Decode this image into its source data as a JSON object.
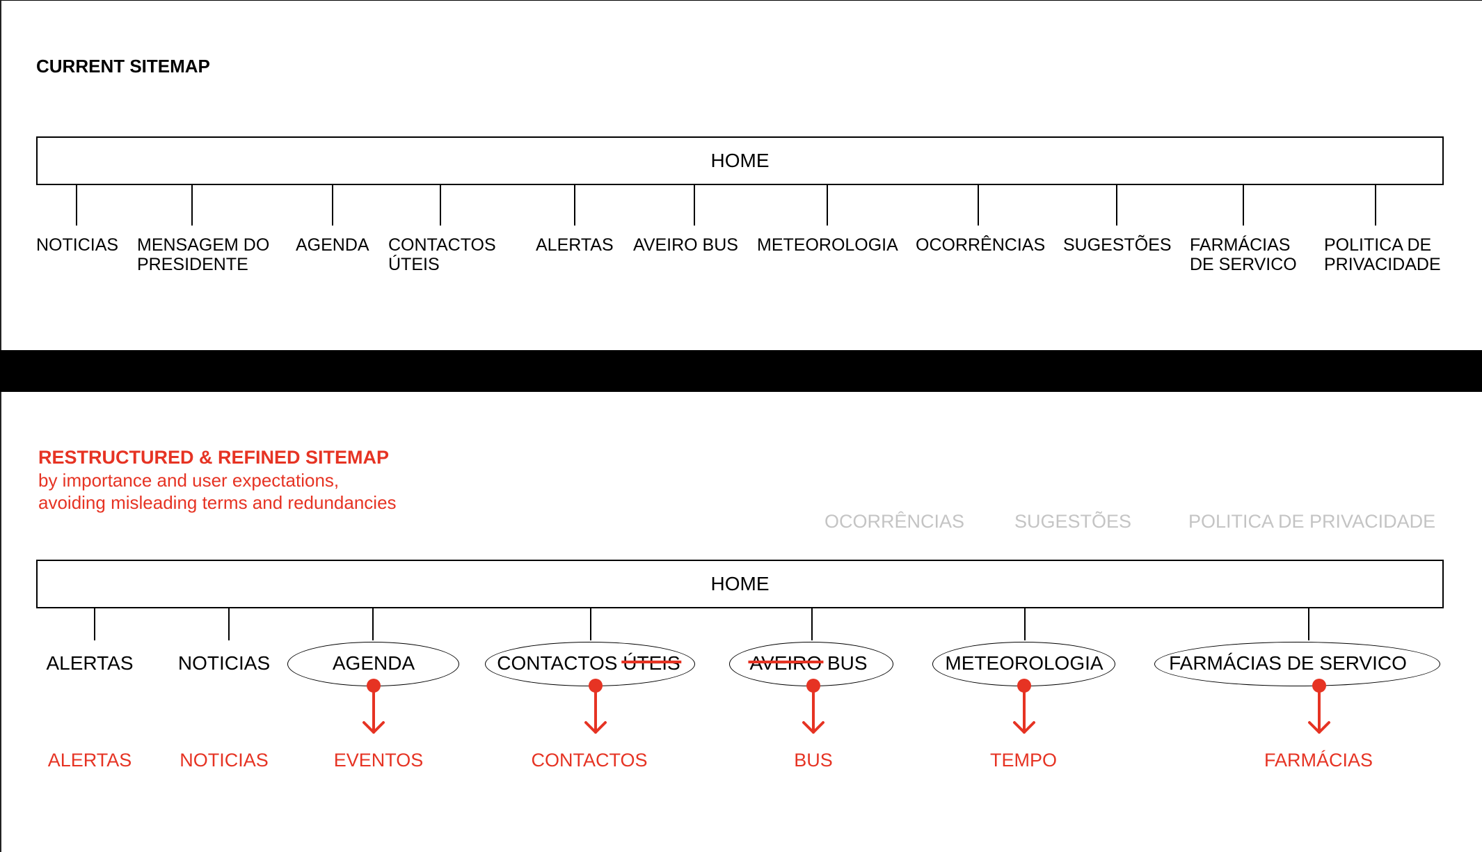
{
  "current": {
    "title": "CURRENT SITEMAP",
    "home": "HOME",
    "items": [
      {
        "line1": "NOTICIAS",
        "line2": ""
      },
      {
        "line1": "MENSAGEM DO",
        "line2": "PRESIDENTE"
      },
      {
        "line1": "AGENDA",
        "line2": ""
      },
      {
        "line1": "CONTACTOS",
        "line2": "ÚTEIS"
      },
      {
        "line1": "ALERTAS",
        "line2": ""
      },
      {
        "line1": "AVEIRO BUS",
        "line2": ""
      },
      {
        "line1": "METEOROLOGIA",
        "line2": ""
      },
      {
        "line1": "OCORRÊNCIAS",
        "line2": ""
      },
      {
        "line1": "SUGESTÕES",
        "line2": ""
      },
      {
        "line1": "FARMÁCIAS",
        "line2": "DE SERVICO"
      },
      {
        "line1": "POLITICA DE",
        "line2": "PRIVACIDADE"
      }
    ]
  },
  "restructured": {
    "title": "RESTRUCTURED & REFINED SITEMAP",
    "subtitle_line1": "by importance and user expectations,",
    "subtitle_line2": "avoiding misleading terms and redundancies",
    "removed": [
      "OCORRÊNCIAS",
      "SUGESTÕES",
      "POLITICA DE PRIVACIDADE"
    ],
    "home": "HOME",
    "items": {
      "alertas": "ALERTAS",
      "noticias": "NOTICIAS",
      "agenda": "AGENDA",
      "contactos_kept": "CONTACTOS ",
      "contactos_struck": "ÚTEIS",
      "aveiro_struck": "AVEIRO",
      "bus_kept": " BUS",
      "meteorologia": "METEOROLOGIA",
      "farmacias": "FARMÁCIAS DE SERVICO"
    },
    "renamed": [
      "ALERTAS",
      "NOTICIAS",
      "EVENTOS",
      "CONTACTOS",
      "BUS",
      "TEMPO",
      "FARMÁCIAS"
    ]
  },
  "colors": {
    "accent_red": "#e63323",
    "removed_grey": "#c4c4c4",
    "line": "#000000"
  }
}
